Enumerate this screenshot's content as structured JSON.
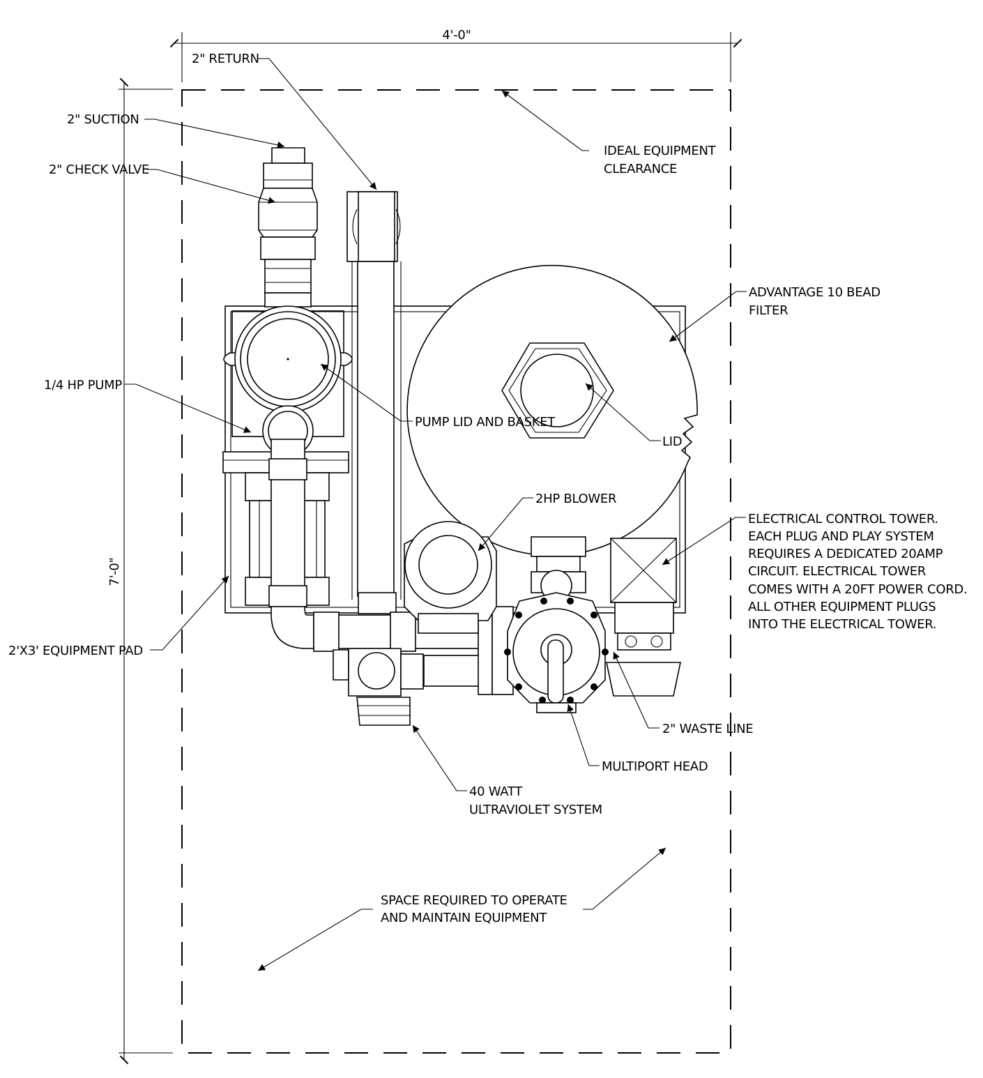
{
  "dimensions": {
    "width_label": "4'-0\"",
    "height_label": "7'-0\""
  },
  "labels": {
    "return": "2\" RETURN",
    "suction": "2\" SUCTION",
    "check_valve": "2\" CHECK VALVE",
    "ideal_clearance": [
      "IDEAL EQUIPMENT",
      "CLEARANCE"
    ],
    "bead_filter": [
      "ADVANTAGE 10 BEAD",
      "FILTER"
    ],
    "pump": "1/4 HP PUMP",
    "pump_lid": "PUMP LID AND BASKET",
    "lid": "LID",
    "blower": "2HP BLOWER",
    "electrical_tower": [
      "ELECTRICAL CONTROL TOWER.",
      "EACH PLUG AND PLAY SYSTEM",
      "REQUIRES A DEDICATED 20AMP",
      "CIRCUIT. ELECTRICAL TOWER",
      "COMES WITH A 20FT POWER CORD.",
      "ALL OTHER EQUIPMENT PLUGS",
      "INTO THE ELECTRICAL TOWER."
    ],
    "equipment_pad": "2'X3' EQUIPMENT PAD",
    "waste_line": "2\" WASTE LINE",
    "multiport": "MULTIPORT HEAD",
    "uv_system": [
      "40 WATT",
      "ULTRAVIOLET SYSTEM"
    ],
    "space_required": [
      "SPACE REQUIRED TO OPERATE",
      "AND MAINTAIN EQUIPMENT"
    ]
  }
}
